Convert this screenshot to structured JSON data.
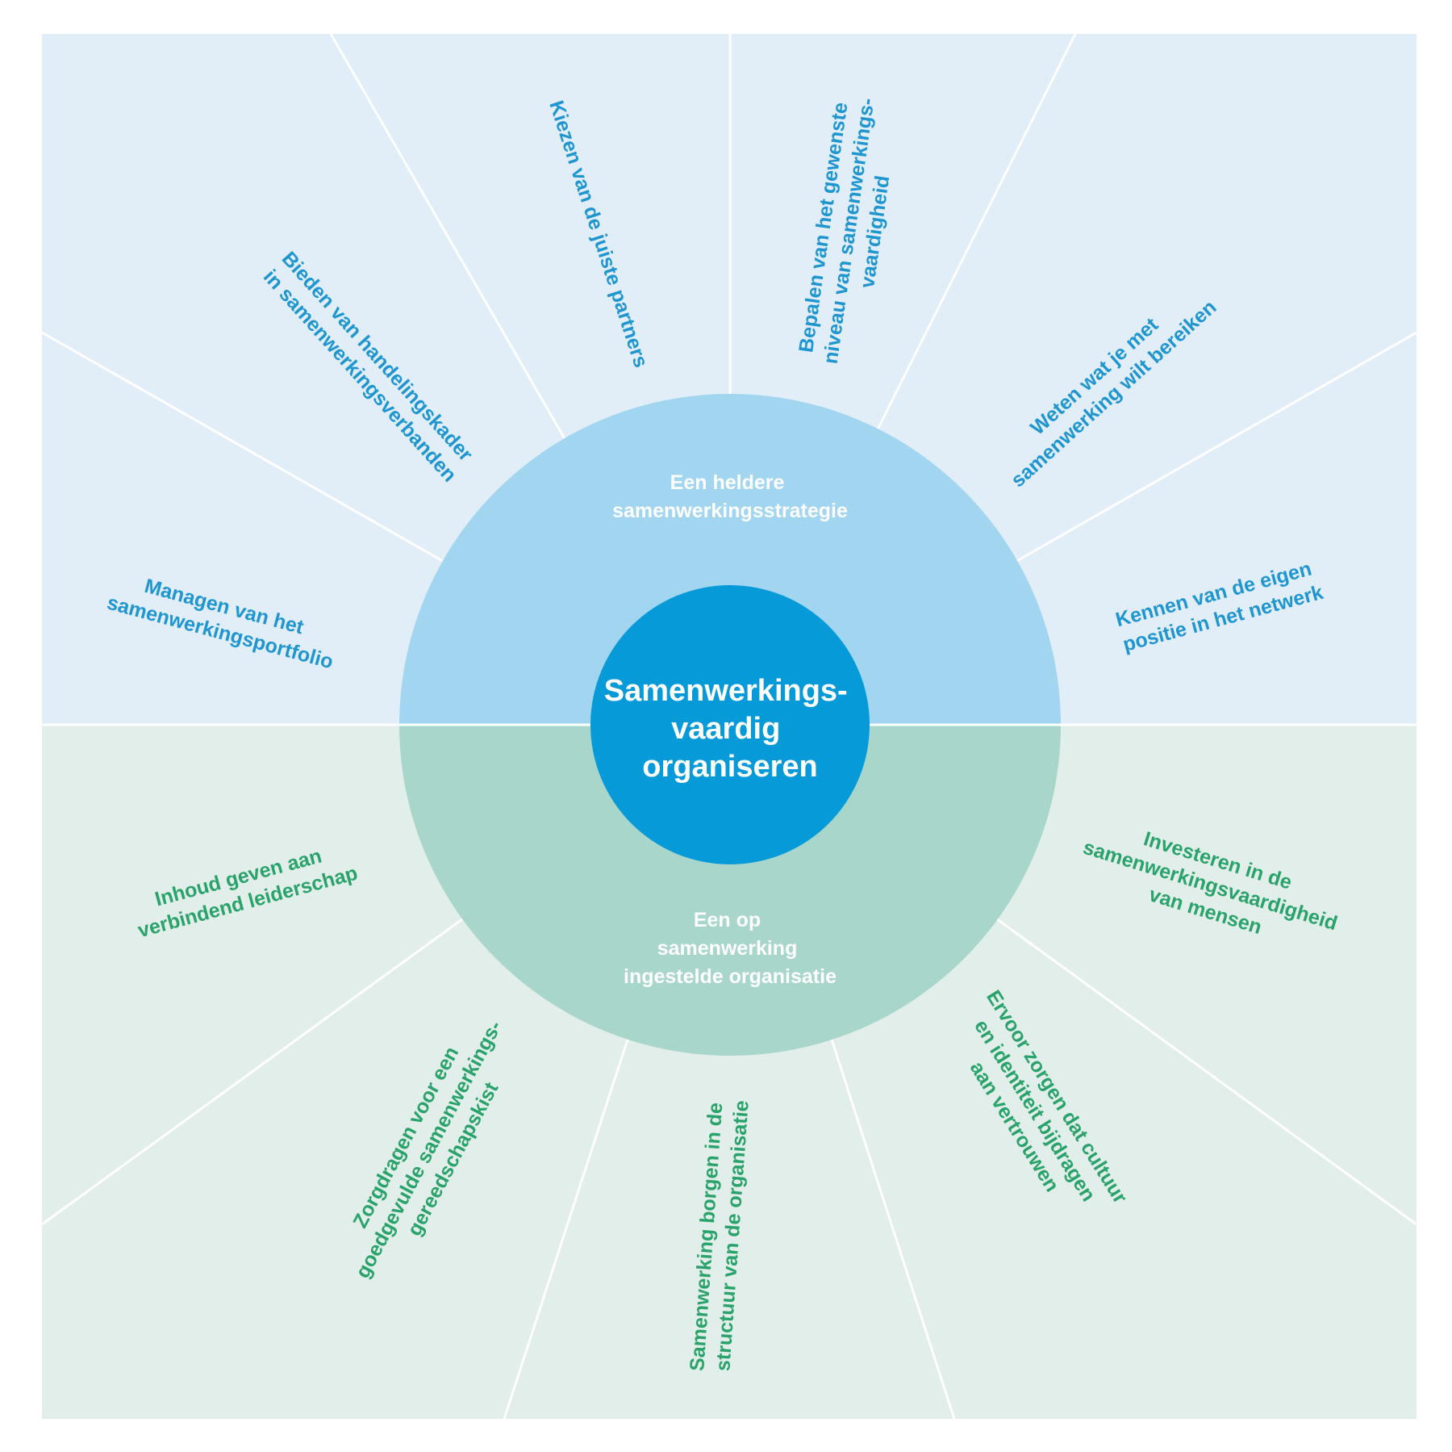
{
  "colors": {
    "top_panel": "#e1edf7",
    "bottom_panel": "#e1eeea",
    "top_ring": "#a2d6f0",
    "bottom_ring": "#a9d6ca",
    "center": "#069ad8",
    "text_blue": "#1f96d0",
    "text_green": "#2aa36b"
  },
  "center": {
    "lines": [
      "Samenwerkings-",
      "vaardig",
      "organiseren"
    ]
  },
  "top_half": {
    "title_lines": [
      "Een heldere",
      "samenwerkingsstrategie"
    ],
    "items": [
      {
        "lines": [
          "Managen van het",
          "samenwerkingsportfolio"
        ]
      },
      {
        "lines": [
          "Bieden van handelingskader",
          "in samenwerkingsverbanden"
        ]
      },
      {
        "lines": [
          "Kiezen van de juiste partners"
        ]
      },
      {
        "lines": [
          "Bepalen van het gewenste",
          "niveau van samenwerkings-",
          "vaardigheid"
        ]
      },
      {
        "lines": [
          "Weten wat je met",
          "samenwerking wilt bereiken"
        ]
      },
      {
        "lines": [
          "Kennen van de eigen",
          "positie in het netwerk"
        ]
      }
    ]
  },
  "bottom_half": {
    "title_lines": [
      "Een op",
      "samenwerking",
      "ingestelde organisatie"
    ],
    "items": [
      {
        "lines": [
          "Inhoud geven aan",
          "verbindend leiderschap"
        ]
      },
      {
        "lines": [
          "Zorgdragen voor een",
          "goedgevulde samenwerkings-",
          "gereedschapskist"
        ]
      },
      {
        "lines": [
          "Samenwerking borgen in de",
          "structuur van de organisatie"
        ]
      },
      {
        "lines": [
          "Ervoor zorgen dat cultuur",
          "en identiteit bijdragen",
          "aan vertrouwen"
        ]
      },
      {
        "lines": [
          "Investeren in de",
          "samenwerkingsvaardigheid",
          "van mensen"
        ]
      }
    ]
  }
}
